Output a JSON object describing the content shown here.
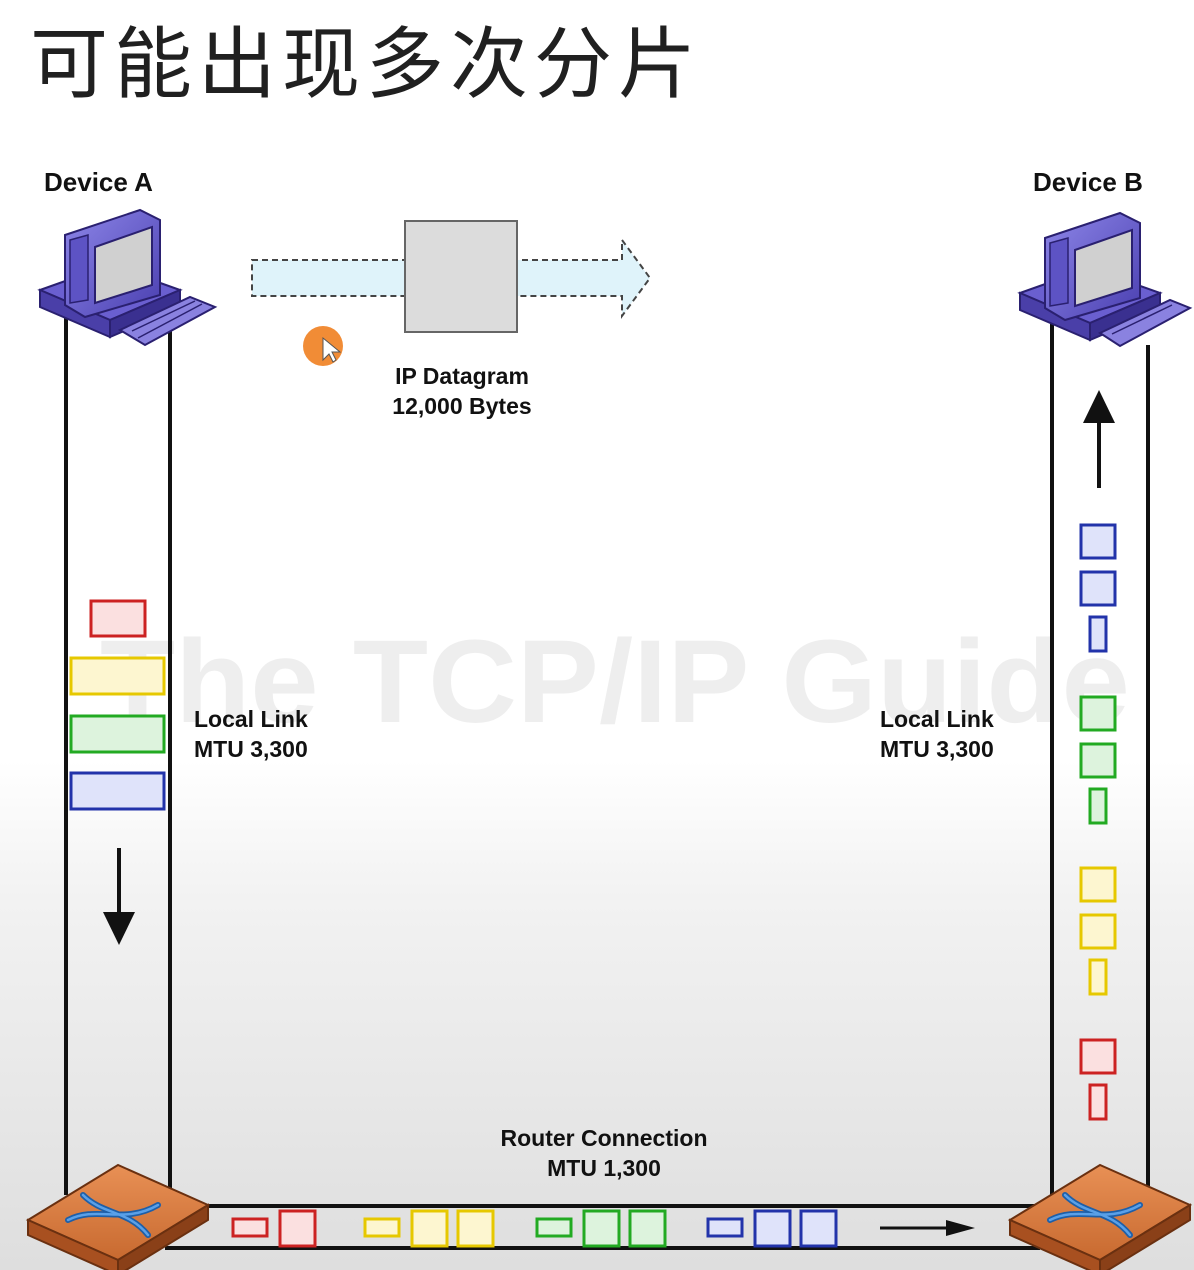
{
  "slide": {
    "title": "可能出现多次分片"
  },
  "diagram": {
    "device_a": "Device A",
    "device_b": "Device B",
    "datagram_label": [
      "IP Datagram",
      "12,000 Bytes"
    ],
    "left_link_label": [
      "Local Link",
      "MTU 3,300"
    ],
    "right_link_label": [
      "Local Link",
      "MTU 3,300"
    ],
    "router_link_label": [
      "Router Connection",
      "MTU 1,300"
    ],
    "watermark": "The TCP/IP Guide",
    "fragment_colors": [
      "#cc2222",
      "#e6c800",
      "#22aa22",
      "#2233aa"
    ],
    "fragment_fills": [
      "#fbe0e0",
      "#fdf6d0",
      "#ddf3dd",
      "#dfe3fa"
    ]
  }
}
